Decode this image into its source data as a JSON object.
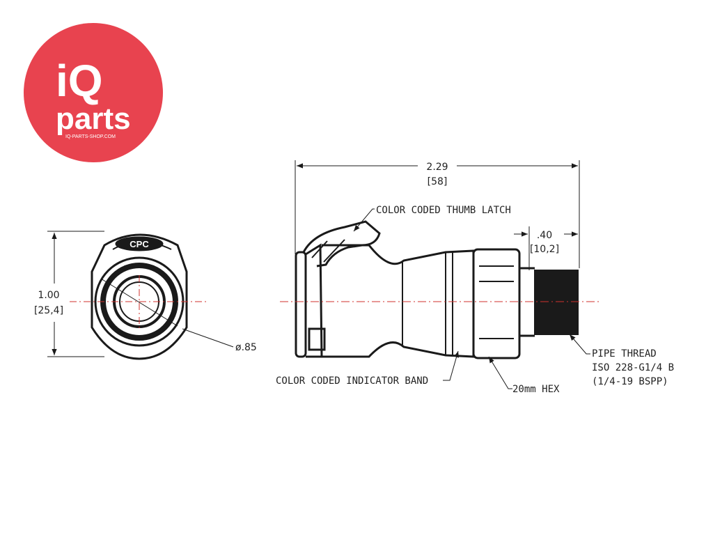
{
  "logo": {
    "brand_top": "iQ",
    "brand_bottom": "parts",
    "url": "IQ-PARTS-SHOP.COM",
    "color": "#e8434f"
  },
  "front_view": {
    "badge": "CPC",
    "height_in": "1.00",
    "height_mm": "[25,4]",
    "diameter": "ø.85"
  },
  "side_view": {
    "length_in": "2.29",
    "length_mm": "[58]",
    "thread_len_in": ".40",
    "thread_len_mm": "[10,2]"
  },
  "callouts": {
    "thumb_latch": "COLOR CODED THUMB LATCH",
    "indicator_band": "COLOR CODED INDICATOR BAND",
    "hex": "20mm HEX",
    "pipe_thread_1": "PIPE THREAD",
    "pipe_thread_2": "ISO 228-G1/4 B",
    "pipe_thread_3": "(1/4-19 BSPP)"
  },
  "colors": {
    "line": "#1a1a1a",
    "centerline": "#d0312d"
  }
}
